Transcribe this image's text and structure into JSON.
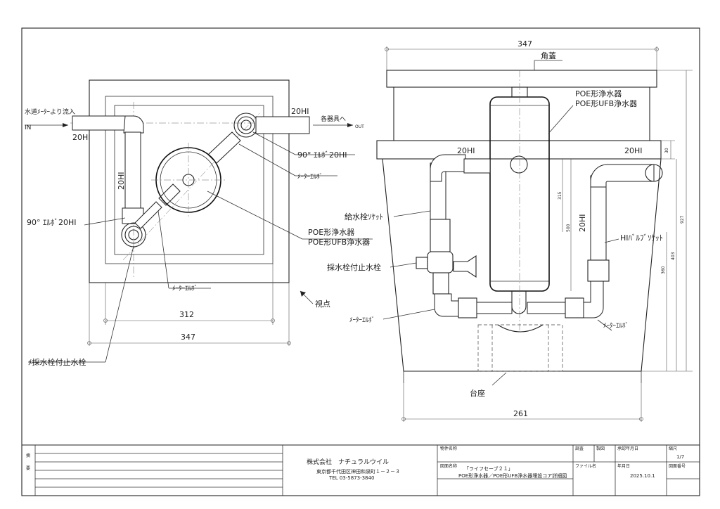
{
  "plan": {
    "inlet_label": "水道ﾒｰﾀｰより流入",
    "in_label": "IN",
    "inlet_pipe": "20HI",
    "outlet_pipe": "20HI",
    "outlet_label": "各器具へ",
    "out_label": "OUT",
    "vertical_pipe": "20HI",
    "elbow_right": "90° ｴﾙﾎﾞ20HI",
    "meter_elbow_right": "ﾒｰﾀｰｴﾙﾎﾞ",
    "purifier": [
      "POE形浄水器",
      "POE形UFB浄水器"
    ],
    "elbow_left": "90° ｴﾙﾎﾞ20HI",
    "meter_elbow_bottom": "ﾒｰﾀｰｴﾙﾎﾞ",
    "view_point": "視点",
    "sampling_valve": "ﾒ採水栓付止水栓",
    "dim_inner": "312",
    "dim_outer": "347"
  },
  "section": {
    "dim_top": "347",
    "lid": "角蓋",
    "purifier": [
      "POE形浄水器",
      "POE形UFB浄水器"
    ],
    "pipe_left": "20HI",
    "pipe_right": "20HI",
    "socket_supply": "給水栓ｿｹｯﾄ",
    "sampling_valve": "採水栓付止水栓",
    "meter_elbow_left": "ﾒｰﾀｰｴﾙﾎﾞ",
    "hi_valve_socket": "HIﾊﾞﾙﾌﾞｿｹｯﾄ",
    "meter_elbow_right": "ﾒｰﾀｰｴﾙﾎﾞ",
    "vertical_pipe": "20HI",
    "base": "台座",
    "dim_bottom": "261",
    "dim_30": "30",
    "dim_315": "315",
    "dim_500": "500",
    "dim_927": "927",
    "dim_403": "403",
    "dim_360": "360"
  },
  "title_block": {
    "row_label_1": "摘",
    "row_label_2": "要",
    "company": "株式会社　ナチュラルウイル",
    "address": "東京都千代田区神田和泉町１－２－３",
    "tel": "TEL 03-5873-3840",
    "property_label": "物件名称",
    "drawing_name_label": "図面名称",
    "drawing_name_1": "「ライフセーブ２１」",
    "drawing_name_2": "POE形浄水器／POE形UFB浄水器埋設コア詳細図",
    "check_label": "調査",
    "design_label": "製図",
    "approve_label": "承認年月日",
    "page_label": "縮尺",
    "page": "1/7",
    "file_label": "ファイル名",
    "date_label": "年月日",
    "date": "2025.10.1",
    "drawing_no_label": "図面番号"
  }
}
